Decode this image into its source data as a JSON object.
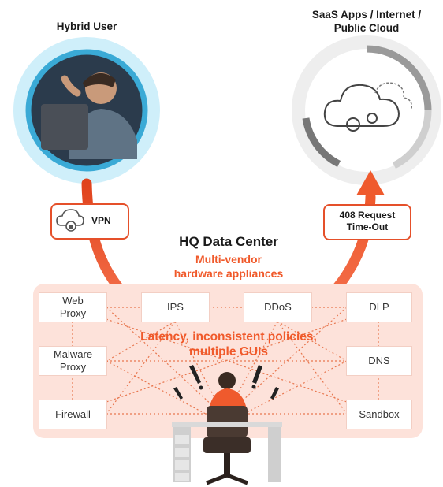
{
  "labels": {
    "hybrid_user": "Hybrid User",
    "saas_title_line1": "SaaS Apps / Internet /",
    "saas_title_line2": "Public Cloud",
    "vpn": "VPN",
    "request_line1": "408 Request",
    "request_line2": "Time-Out",
    "hq_title": "HQ Data Center",
    "hq_sub_line1": "Multi-vendor",
    "hq_sub_line2": "hardware appliances",
    "latency_line1": "Latency, inconsistent policies,",
    "latency_line2": "multiple GUIs"
  },
  "appliances": {
    "web_proxy": [
      "Web",
      "Proxy"
    ],
    "ips": "IPS",
    "ddos": "DDoS",
    "dlp": "DLP",
    "malware_proxy": [
      "Malware",
      "Proxy"
    ],
    "dns": "DNS",
    "firewall": "Firewall",
    "sandbox": "Sandbox"
  },
  "colors": {
    "accent": "#f0592a",
    "panel": "#fde2da",
    "user_ring": "#bfe6f5",
    "cloud_ring": "#e9e9e9"
  }
}
